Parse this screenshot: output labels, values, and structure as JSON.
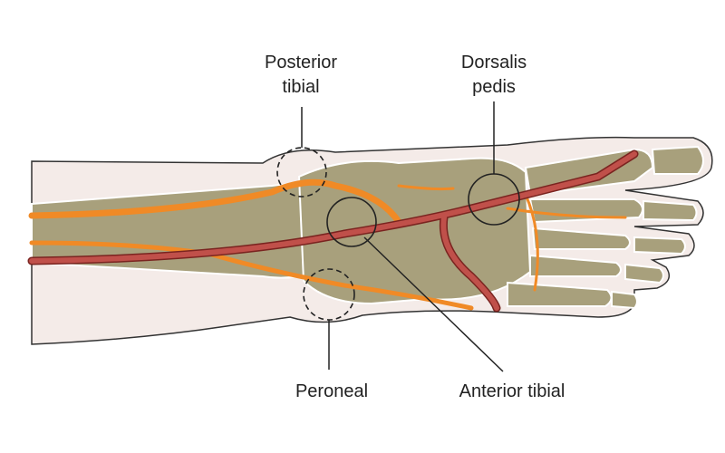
{
  "labels": {
    "posterior_tibial": [
      "Posterior",
      "tibial"
    ],
    "dorsalis_pedis": [
      "Dorsalis",
      "pedis"
    ],
    "peroneal": "Peroneal",
    "anterior_tibial": "Anterior tibial"
  },
  "colors": {
    "skin": "#f4ebe8",
    "bone": "#a8a07c",
    "nerve": "#f08a26",
    "artery": "#b44540",
    "outline": "#333333"
  }
}
